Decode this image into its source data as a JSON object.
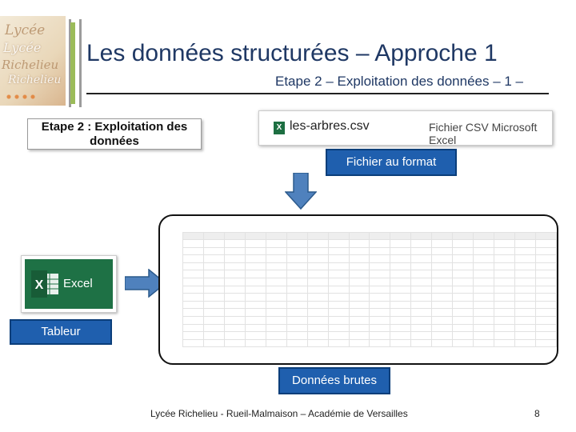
{
  "slide": {
    "title": "Les données structurées – Approche 1",
    "subtitle": "Etape 2 – Exploitation des données – 1 –",
    "step_label": "Etape 2 : Exploitation des données",
    "file_name": "les-arbres.csv",
    "file_type": "Fichier CSV Microsoft Excel",
    "file_format_label": "Fichier au format",
    "excel_word": "Excel",
    "tableur_label": "Tableur",
    "raw_data_label": "Données brutes",
    "footer": "Lycée Richelieu - Rueil-Malmaison – Académie de Versailles",
    "page_number": "8"
  },
  "logo": {
    "lines": [
      "Lycée",
      "Lycée",
      "Richelieu",
      "Richelieu"
    ]
  },
  "colors": {
    "title": "#1f3864",
    "label_bg": "#1f5fae",
    "excel_green": "#1e7145",
    "arrow_blue": "#4f81bd",
    "accent_green": "#9bbb59"
  },
  "icons": [
    "excel-file-icon",
    "excel-logo-icon",
    "down-arrow-icon",
    "right-arrow-icon"
  ]
}
